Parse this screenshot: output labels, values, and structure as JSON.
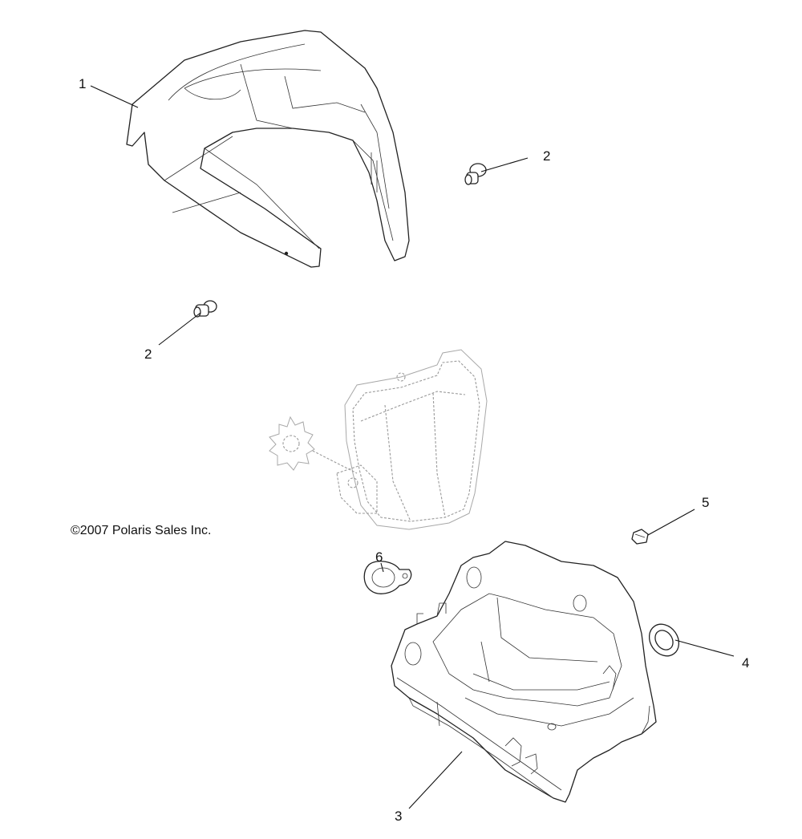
{
  "copyright": "©2007 Polaris Sales Inc.",
  "callouts": [
    {
      "id": "1",
      "label": "1"
    },
    {
      "id": "2a",
      "label": "2"
    },
    {
      "id": "2b",
      "label": "2"
    },
    {
      "id": "3",
      "label": "3"
    },
    {
      "id": "4",
      "label": "4"
    },
    {
      "id": "5",
      "label": "5"
    },
    {
      "id": "6",
      "label": "6"
    }
  ]
}
